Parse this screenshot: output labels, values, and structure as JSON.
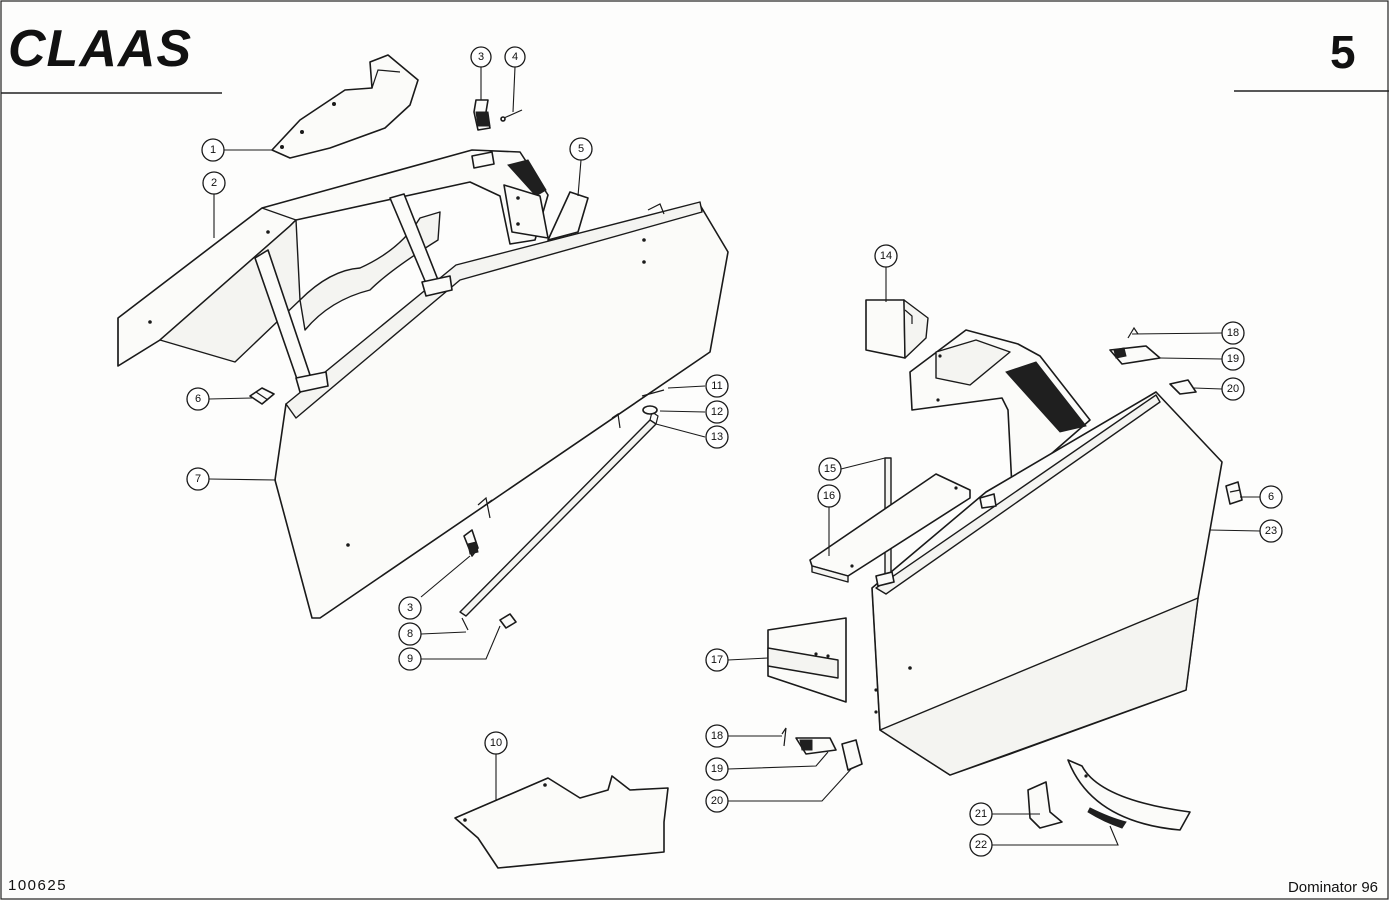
{
  "header": {
    "brand": "CLAAS",
    "page_number": "5"
  },
  "footer": {
    "drawing_number": "100625",
    "model": "Dominator 96"
  },
  "callouts": {
    "c1": "1",
    "c2": "2",
    "c3a": "3",
    "c4": "4",
    "c5": "5",
    "c6a": "6",
    "c7": "7",
    "c11": "11",
    "c12": "12",
    "c13": "13",
    "c3b": "3",
    "c8": "8",
    "c9": "9",
    "c10": "10",
    "c14": "14",
    "c15": "15",
    "c16": "16",
    "c17": "17",
    "c18a": "18",
    "c19a": "19",
    "c20a": "20",
    "c6b": "6",
    "c23": "23",
    "c18b": "18",
    "c19b": "19",
    "c20b": "20",
    "c21": "21",
    "c22": "22"
  }
}
